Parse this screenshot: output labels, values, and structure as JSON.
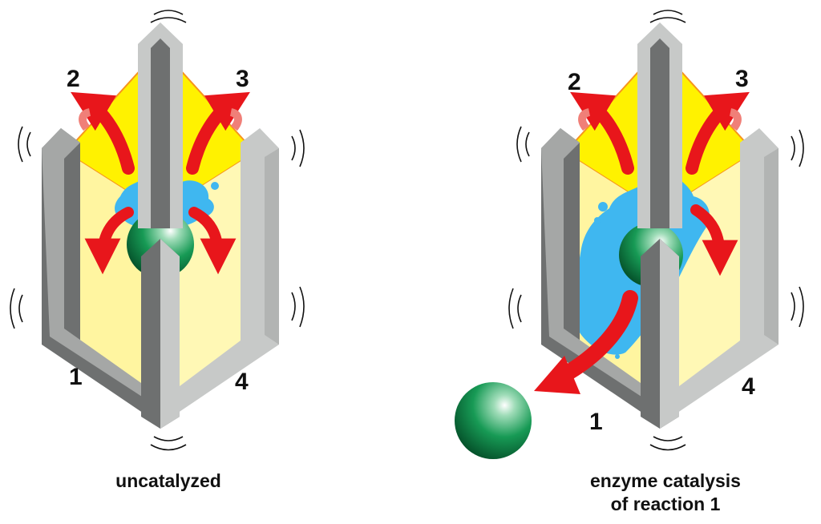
{
  "left_panel": {
    "caption": "uncatalyzed",
    "labels": {
      "n1": "1",
      "n2": "2",
      "n3": "3",
      "n4": "4"
    }
  },
  "right_panel": {
    "caption_line1": "enzyme catalysis",
    "caption_line2": "of reaction 1",
    "labels": {
      "n1": "1",
      "n2": "2",
      "n3": "3",
      "n4": "4"
    }
  },
  "colors": {
    "panel_yellow": "#FFF200",
    "panel_light_yellow": "#FFF5A0",
    "water_blue": "#3FB7F0",
    "arrow_red": "#E8161B",
    "arrow_pink": "#F07F78",
    "frame_dark": "#6E7070",
    "frame_light": "#C7C9C8",
    "ball_green": "#0E8A4A"
  }
}
